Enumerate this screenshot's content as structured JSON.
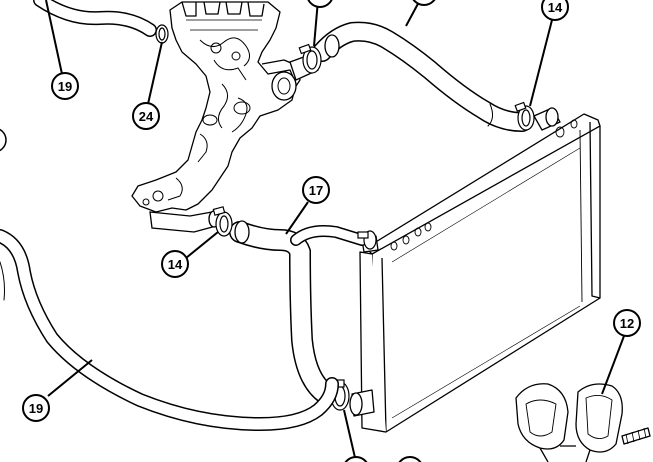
{
  "diagram": {
    "callouts": [
      {
        "id": "callout-19-top",
        "label": "19"
      },
      {
        "id": "callout-24",
        "label": "24"
      },
      {
        "id": "callout-14-top-right",
        "label": "14"
      },
      {
        "id": "callout-17",
        "label": "17"
      },
      {
        "id": "callout-14-left",
        "label": "14"
      },
      {
        "id": "callout-19-bottom",
        "label": "19"
      },
      {
        "id": "callout-12",
        "label": "12"
      }
    ]
  }
}
